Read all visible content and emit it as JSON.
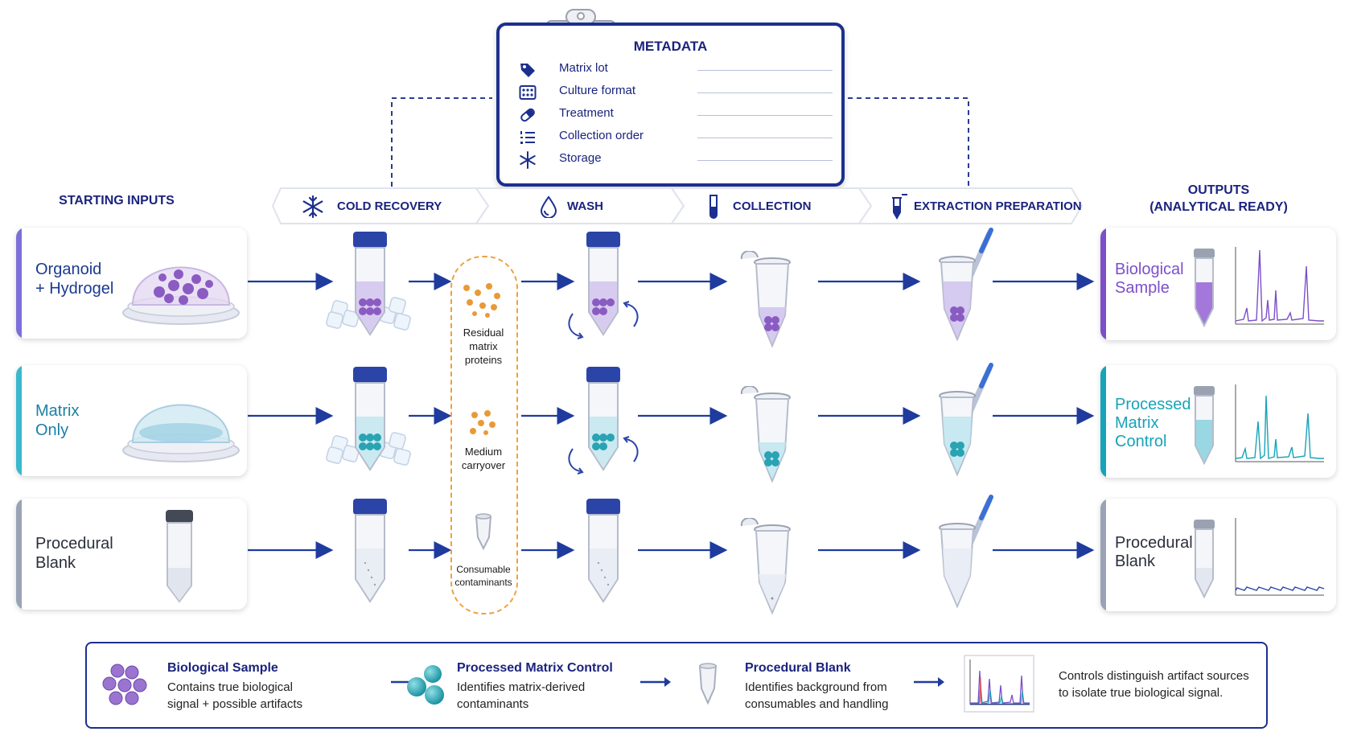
{
  "metadata": {
    "title": "METADATA",
    "fields": [
      {
        "label": "Matrix lot",
        "icon": "tag-icon"
      },
      {
        "label": "Culture format",
        "icon": "well-plate-icon"
      },
      {
        "label": "Treatment",
        "icon": "pill-icon"
      },
      {
        "label": "Collection order",
        "icon": "numbered-list-icon"
      },
      {
        "label": "Storage",
        "icon": "snowflake-icon"
      }
    ]
  },
  "headers": {
    "inputs": "STARTING INPUTS",
    "outputs_line1": "OUTPUTS",
    "outputs_line2": "(ANALYTICAL READY)"
  },
  "steps": [
    {
      "label": "COLD RECOVERY",
      "icon": "snowflake-icon"
    },
    {
      "label": "WASH",
      "icon": "droplet-icon"
    },
    {
      "label": "COLLECTION",
      "icon": "test-tube-icon"
    },
    {
      "label": "EXTRACTION PREPARATION",
      "icon": "pipette-tube-icon"
    }
  ],
  "inputs": [
    {
      "line1": "Organoid",
      "line2": "+ Hydrogel",
      "color": "#7c6fd8"
    },
    {
      "line1": "Matrix",
      "line2": "Only",
      "color": "#3ab8cf"
    },
    {
      "line1": "Procedural",
      "line2": "Blank",
      "color": "#9aa3b5"
    }
  ],
  "contaminants": [
    {
      "lines": [
        "Residual",
        "matrix",
        "proteins"
      ]
    },
    {
      "lines": [
        "Medium",
        "carryover"
      ]
    },
    {
      "lines": [
        "Consumable",
        "contaminants"
      ]
    }
  ],
  "outputs": [
    {
      "lines": [
        "Biological",
        "Sample"
      ],
      "color": "#7c4fc9"
    },
    {
      "lines": [
        "Processed",
        "Matrix",
        "Control"
      ],
      "color": "#17a3b8"
    },
    {
      "lines": [
        "Procedural",
        "Blank"
      ],
      "color": "#9aa3b5"
    }
  ],
  "legend": {
    "items": [
      {
        "title": "Biological Sample",
        "desc": [
          "Contains true biological",
          "signal + possible artifacts"
        ]
      },
      {
        "title": "Processed Matrix Control",
        "desc": [
          "Identifies matrix-derived",
          "contaminants"
        ]
      },
      {
        "title": "Procedural Blank",
        "desc": [
          "Identifies background from",
          "consumables and handling"
        ]
      }
    ],
    "conclusion": [
      "Controls distinguish artifact sources",
      "to isolate true biological signal."
    ]
  },
  "colors": {
    "navy": "#1a237e",
    "arrow": "#1f3b9e",
    "purple": "#7c4fc9",
    "teal": "#17a3b8",
    "orange": "#f0a040"
  }
}
